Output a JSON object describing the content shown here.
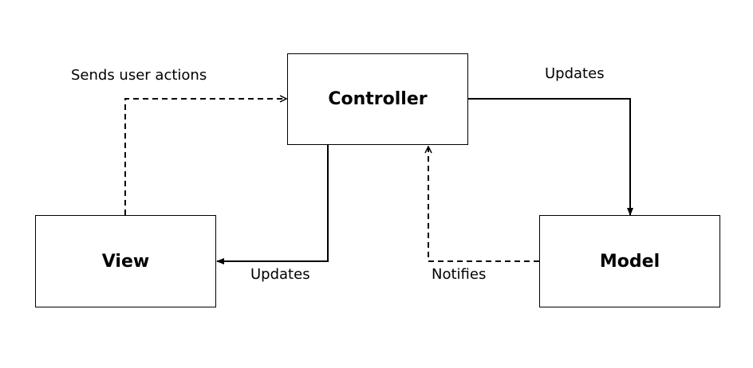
{
  "nodes": {
    "controller": "Controller",
    "view": "View",
    "model": "Model"
  },
  "edges": {
    "view_to_controller": "Sends user actions",
    "controller_to_model": "Updates",
    "controller_to_view": "Updates",
    "model_to_controller": "Notifies"
  },
  "colors": {
    "stroke": "#000000",
    "background": "#ffffff"
  }
}
